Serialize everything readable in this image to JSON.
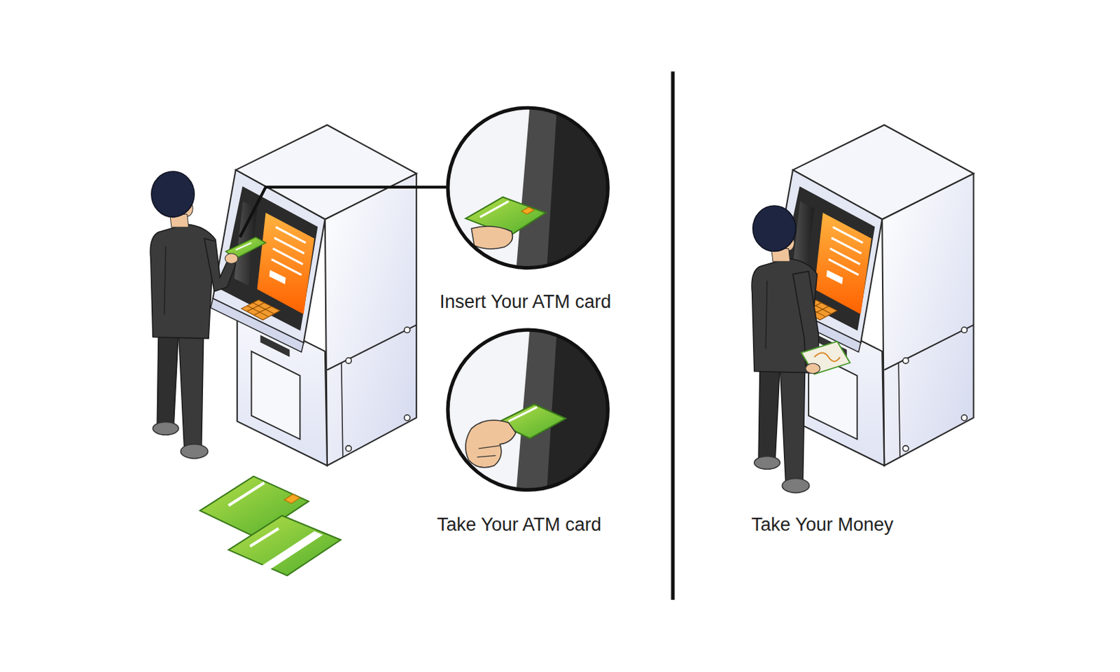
{
  "diagram": {
    "labels": [
      "Insert Your ATM card",
      "Take Your ATM card",
      "Take Your Money"
    ]
  }
}
